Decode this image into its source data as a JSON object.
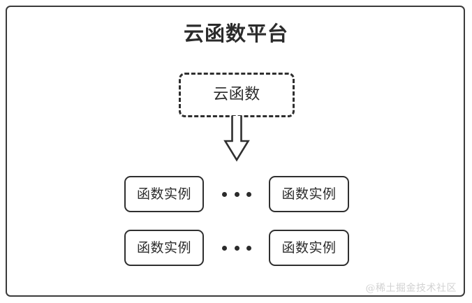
{
  "diagram": {
    "title": "云函数平台",
    "platform_box": {
      "border_color": "#3a3a3a",
      "background": "#ffffff"
    },
    "cloud_function": {
      "label": "云函数",
      "style": "dashed",
      "border_color": "#2f2f2f"
    },
    "arrow": {
      "direction": "down",
      "style": "hollow-block",
      "color": "#2f2f2f"
    },
    "instance_rows": [
      {
        "left_label": "函数实例",
        "ellipsis": "•••",
        "right_label": "函数实例"
      },
      {
        "left_label": "函数实例",
        "ellipsis": "•••",
        "right_label": "函数实例"
      }
    ],
    "watermark": "@稀土掘金技术社区",
    "colors": {
      "line": "#2f2f2f",
      "text": "#2b2b2b",
      "watermark": "#d2d2d2",
      "background": "#ffffff"
    }
  }
}
